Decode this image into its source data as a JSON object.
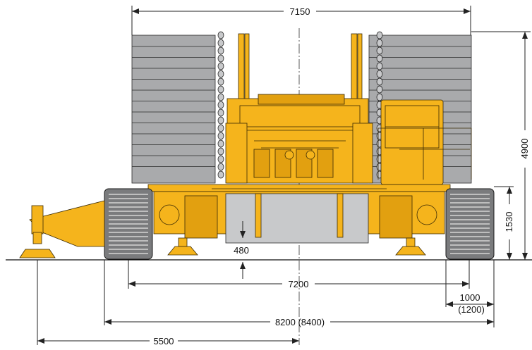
{
  "dimensions": {
    "top_width": "7150",
    "total_height": "4900",
    "carbody_height": "1530",
    "ground_clearance": "480",
    "track_gauge": "7200",
    "track_width": "1000",
    "track_width_alt": "(1200)",
    "overall_width": "8200 (8400)",
    "outrigger_distance": "5500"
  },
  "colors": {
    "machine": "#f5b41c",
    "counterweight": "#a9aaac",
    "tracks": "#7a7b7d"
  }
}
